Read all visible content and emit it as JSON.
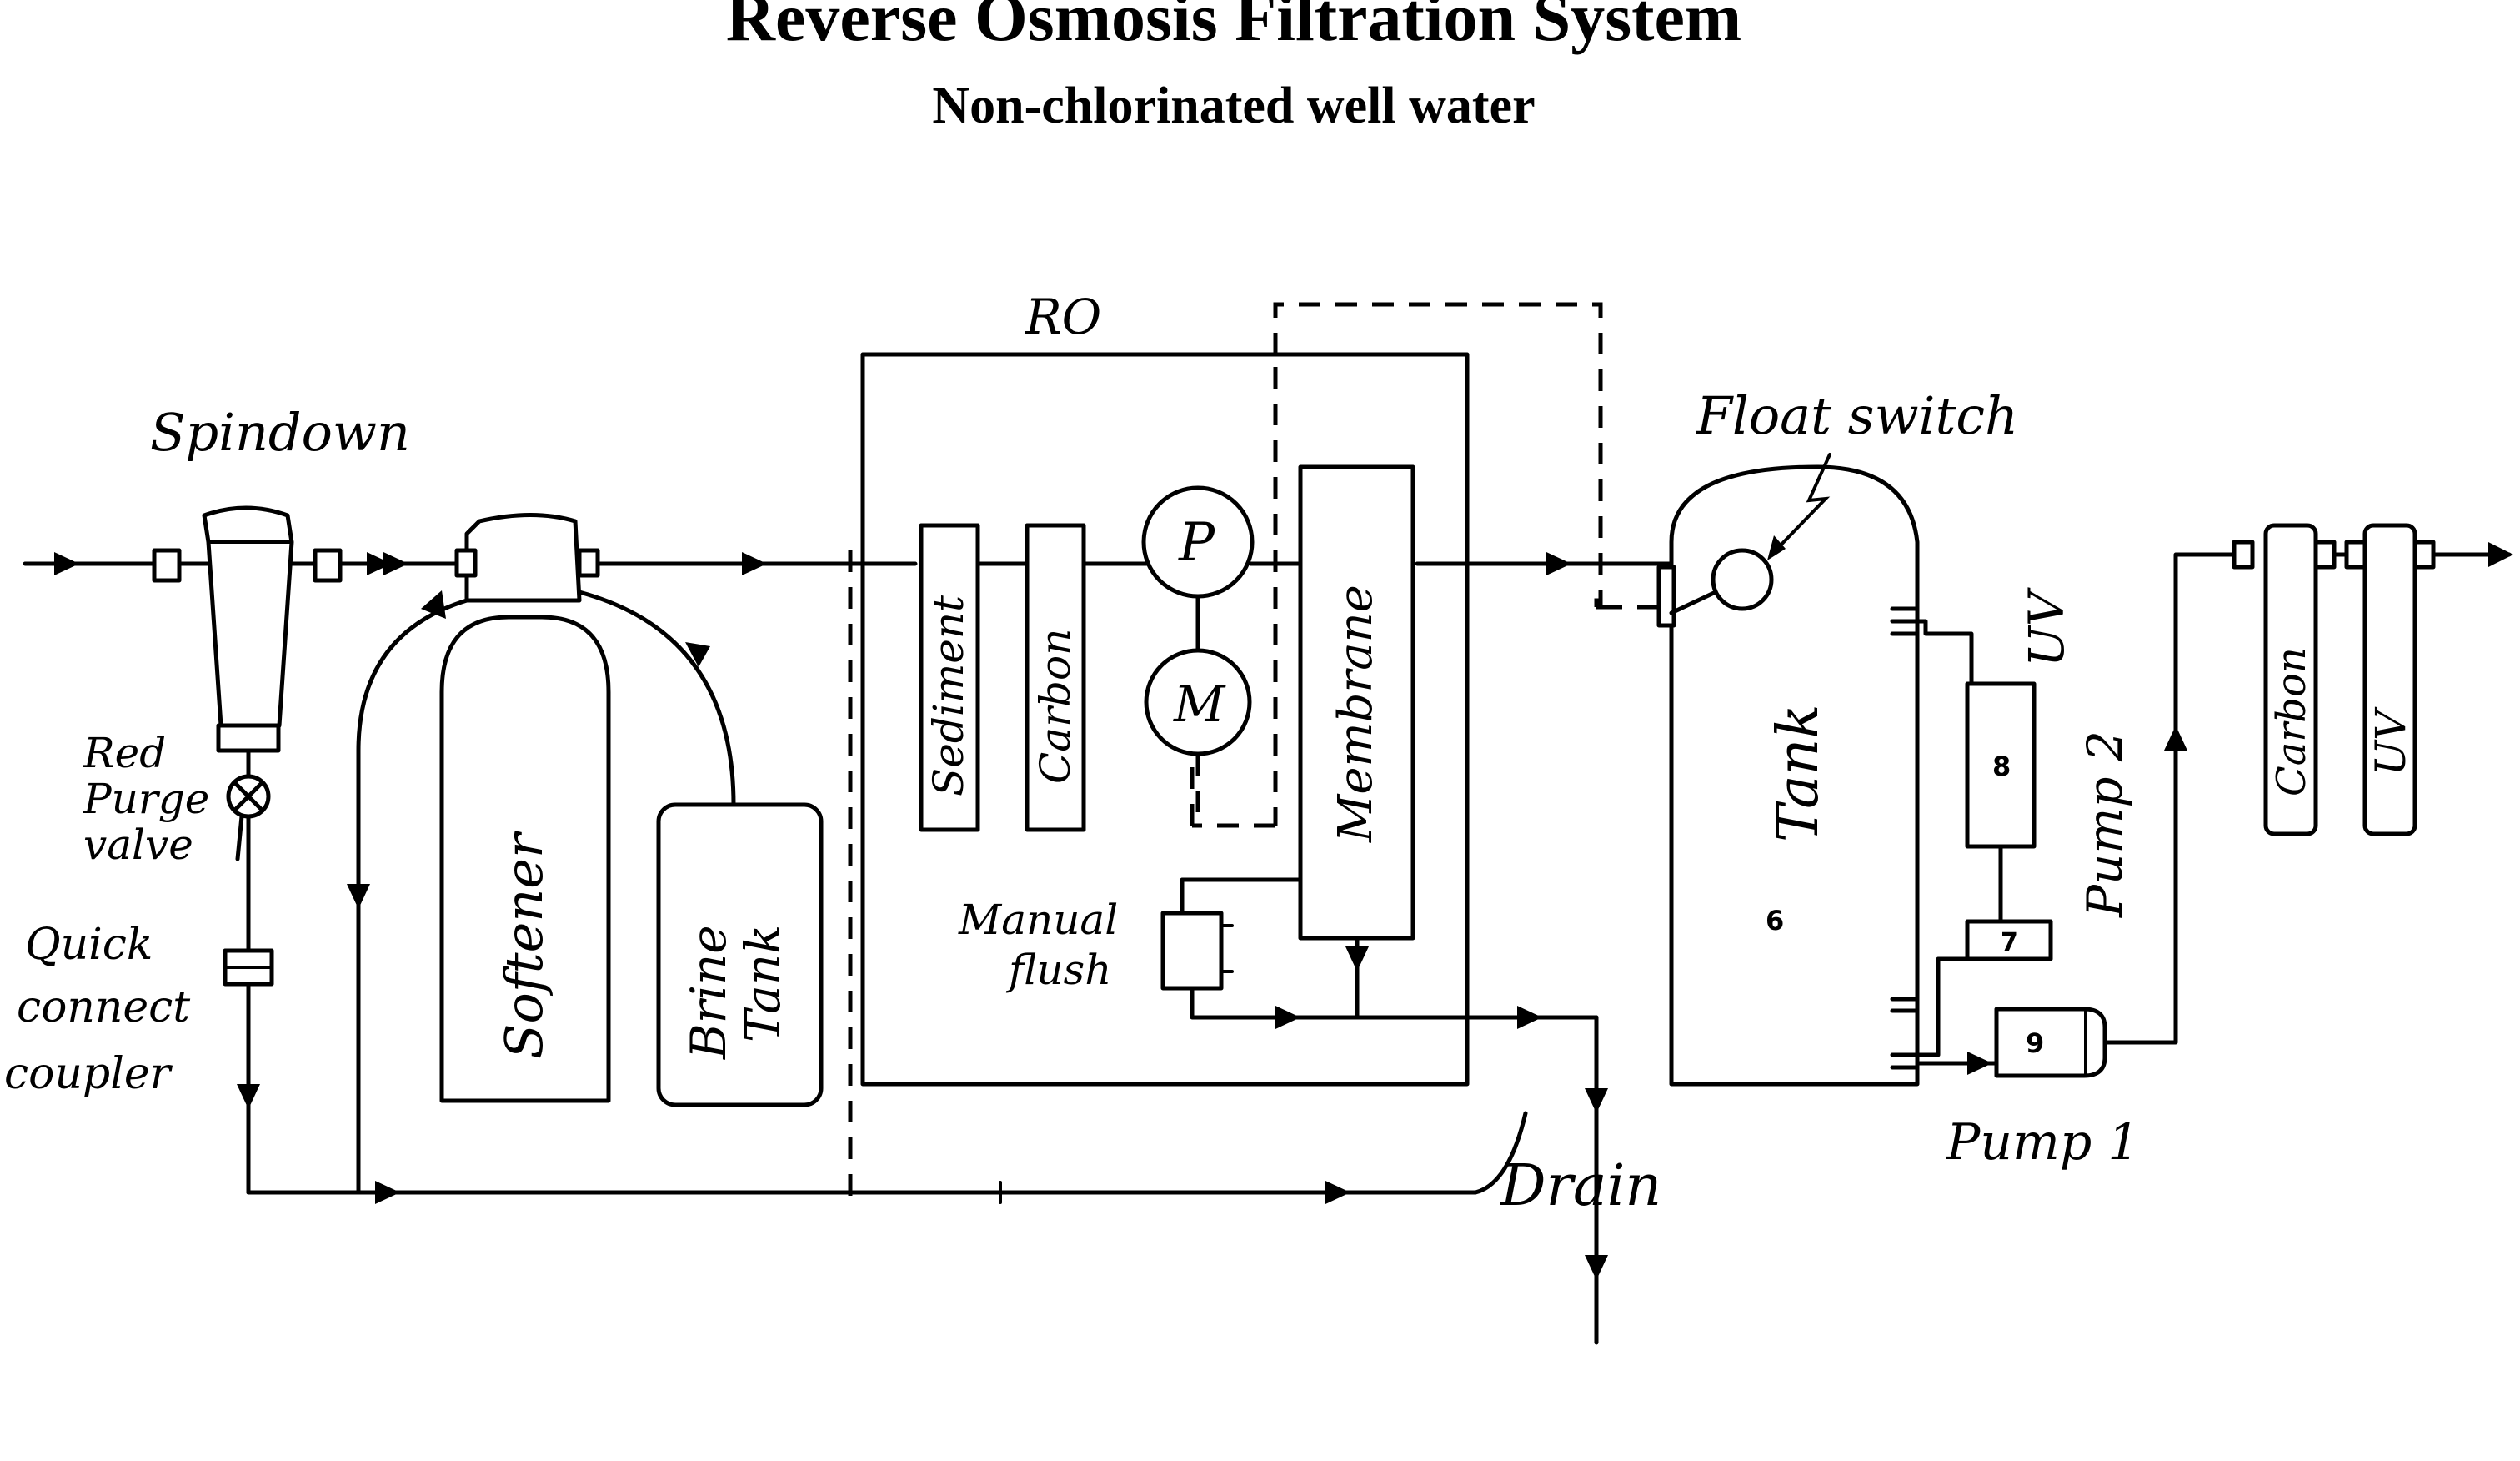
{
  "title": "Reverse Osmosis Filtration System",
  "subtitle": "Non-chlorinated well water",
  "labels": {
    "spindown": "Spindown",
    "red_purge_valve_1": "Red",
    "red_purge_valve_2": "Purge",
    "red_purge_valve_3": "valve",
    "quick_connect_1": "Quick",
    "quick_connect_2": "connect",
    "quick_connect_3": "coupler",
    "softener": "Softener",
    "brine_tank_1": "Brine",
    "brine_tank_2": "Tank",
    "ro": "RO",
    "sediment": "Sediment",
    "carbon_ro": "Carbon",
    "pump_p": "P",
    "motor_m": "M",
    "membrane": "Membrane",
    "manual_flush_1": "Manual",
    "manual_flush_2": "flush",
    "float_switch": "Float switch",
    "tank": "Tank",
    "tank_number": "6",
    "uv_top": "UV",
    "uv_number": "8",
    "pump2": "Pump 2",
    "pump2_number": "7",
    "pump1_number": "9",
    "pump1": "Pump 1",
    "drain": "Drain",
    "carbon_out": "Carbon",
    "uv_out": "UV"
  },
  "colors": {
    "ink": "#000000",
    "paper": "#ffffff"
  }
}
